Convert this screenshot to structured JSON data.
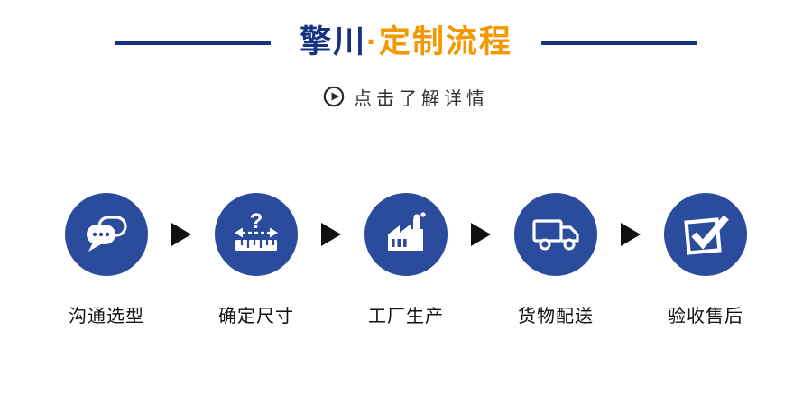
{
  "header": {
    "title_brand": "擎川",
    "title_rest": "·定制流程",
    "subtitle": "点击了解详情",
    "play_icon": "play-icon"
  },
  "steps": [
    {
      "label": "沟通选型",
      "icon": "chat-bubbles-icon"
    },
    {
      "label": "确定尺寸",
      "icon": "ruler-measure-icon",
      "icon_glyph": "?"
    },
    {
      "label": "工厂生产",
      "icon": "factory-icon"
    },
    {
      "label": "货物配送",
      "icon": "delivery-truck-icon"
    },
    {
      "label": "验收售后",
      "icon": "checkmark-box-icon"
    }
  ],
  "flow": {
    "arrow_icon": "arrow-right-icon"
  },
  "colors": {
    "brand_blue": "#16337F",
    "accent_orange": "#F39800",
    "circle_blue": "#2B4B9C",
    "arrow_black": "#101010",
    "text_dark": "#333333"
  }
}
